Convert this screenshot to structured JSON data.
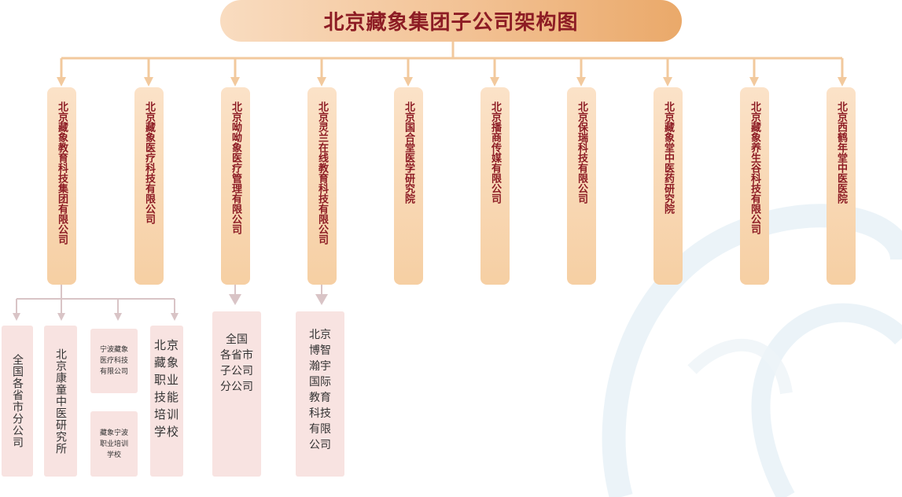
{
  "title": "北京藏象集团子公司架构图",
  "colors": {
    "title_text": "#8d1c24",
    "subsidiary_bg": "#f6cfa3",
    "connector_main": "#f2c99d",
    "connector_child": "#d9c4c6",
    "child_bg": "#f8e3e1"
  },
  "subsidiaries": [
    "北京藏象教育科技集团有限公司",
    "北京藏象医疗科技有限公司",
    "北京呦呦象医疗管理有限公司",
    "北京灵兰在线教育科技有限公司",
    "北京国合堂医学研究院",
    "北京播商传媒有限公司",
    "北京保瑞科技有限公司",
    "北京藏象堂中医药研究院",
    "北京藏象养生谷科技有限公司",
    "北京西鹤年堂中医医院"
  ],
  "children": {
    "education_group": {
      "national": "全国各省市分公司",
      "kangtong": "北京康童中医研究所",
      "ningbo_medical": [
        "宁波藏象",
        "医疗科技",
        "有限公司"
      ],
      "ningbo_school": [
        "藏象宁波",
        "职业培训",
        "学校"
      ],
      "vocational": "北京藏象职业技能培训学校"
    },
    "youyou": [
      "全国",
      "各省市",
      "子公司",
      "分公司"
    ],
    "linglan": [
      "北京",
      "博智",
      "瀚宇",
      "国际",
      "教育",
      "科技",
      "有限",
      "公司"
    ]
  }
}
